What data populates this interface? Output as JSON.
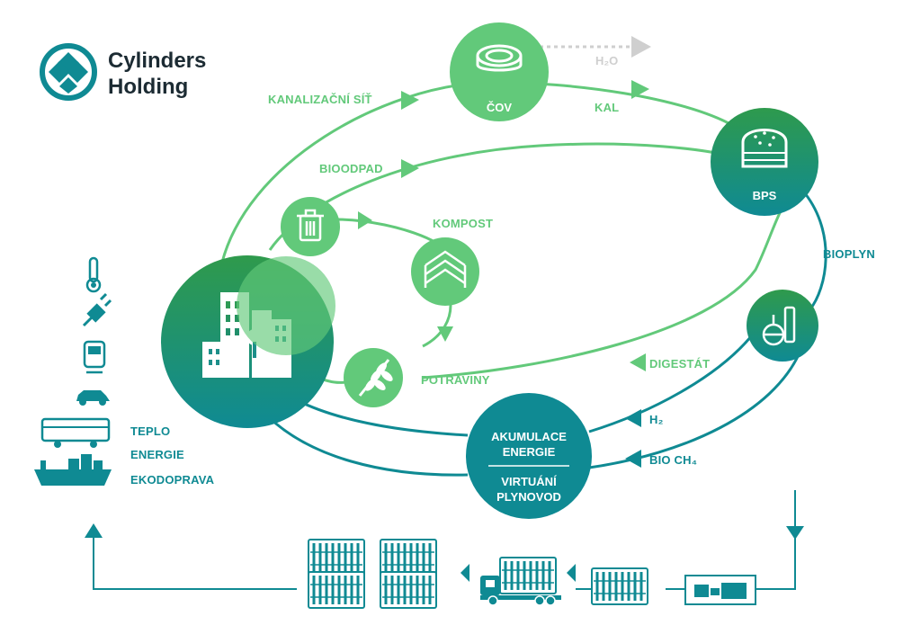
{
  "brand": {
    "line1": "Cylinders",
    "line2": "Holding",
    "colors": {
      "teal": "#0f8a93",
      "dark_green": "#2e9a4d",
      "light_green": "#62c97a",
      "grey": "#cfcfcf"
    },
    "icon": "diamond-logo-icon"
  },
  "flows": {
    "kanalizacni_sit": "KANALIZAČNÍ SÍŤ",
    "bioodpad": "BIOODPAD",
    "kompost": "KOMPOST",
    "potraviny": "POTRAVINY",
    "kal": "KAL",
    "h2o": "H₂O",
    "bioplyn": "BIOPLYN",
    "digestat": "DIGESTÁT",
    "h2": "H₂",
    "bio_ch4": "BIO CH₄"
  },
  "nodes": {
    "cov": {
      "label": "ČOV",
      "icon": "treatment-plant-icon"
    },
    "bps": {
      "label": "BPS",
      "icon": "biogas-tank-icon"
    },
    "akumulace": {
      "line1": "AKUMULACE",
      "line2": "ENERGIE",
      "line3": "VIRTUÁNÍ",
      "line4": "PLYNOVOD"
    },
    "city": {
      "icon": "city-buildings-icon"
    },
    "trash": {
      "icon": "trash-bin-icon"
    },
    "compost": {
      "icon": "compost-heap-icon"
    },
    "wheat": {
      "icon": "wheat-icon"
    },
    "lab": {
      "icon": "lab-flask-icon"
    }
  },
  "outputs": {
    "teplo": "TEPLO",
    "energie": "ENERGIE",
    "ekodoprava": "EKODOPRAVA",
    "icons": [
      "thermometer-icon",
      "plug-icon",
      "train-icon",
      "car-icon",
      "bus-icon",
      "ship-icon"
    ]
  },
  "logistics": {
    "icons": [
      "cylinder-bundle-icon",
      "truck-icon",
      "compressor-icon"
    ]
  }
}
